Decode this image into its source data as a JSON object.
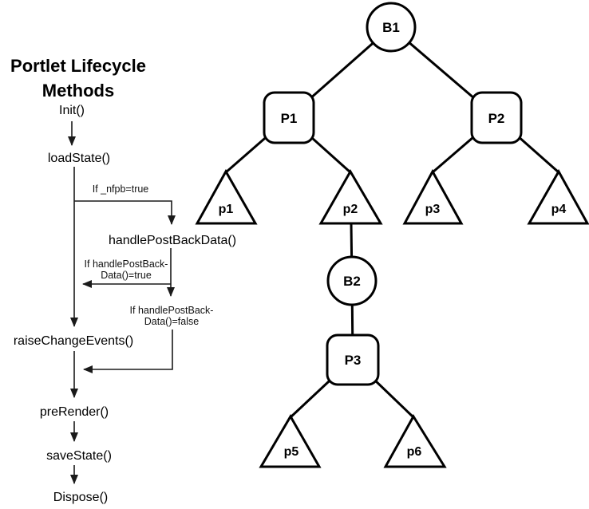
{
  "title": "Portlet Lifecycle\nMethods",
  "flowchart": {
    "steps": {
      "init": "Init()",
      "load_state": "loadState()",
      "handle_postback": "handlePostBackData()",
      "raise_change_events": "raiseChangeEvents()",
      "pre_render": "preRender()",
      "save_state": "saveState()",
      "dispose": "Dispose()"
    },
    "conditions": {
      "nfpb_true": "If _nfpb=true",
      "postback_true": "If handlePostBack-\nData()=true",
      "postback_false": "If handlePostBack-\nData()=false"
    }
  },
  "tree": {
    "nodes": [
      {
        "id": "B1",
        "label": "B1",
        "shape": "circle"
      },
      {
        "id": "P1",
        "label": "P1",
        "shape": "rounded-square"
      },
      {
        "id": "P2",
        "label": "P2",
        "shape": "rounded-square"
      },
      {
        "id": "p1",
        "label": "p1",
        "shape": "triangle"
      },
      {
        "id": "p2",
        "label": "p2",
        "shape": "triangle"
      },
      {
        "id": "p3",
        "label": "p3",
        "shape": "triangle"
      },
      {
        "id": "p4",
        "label": "p4",
        "shape": "triangle"
      },
      {
        "id": "B2",
        "label": "B2",
        "shape": "circle"
      },
      {
        "id": "P3",
        "label": "P3",
        "shape": "rounded-square"
      },
      {
        "id": "p5",
        "label": "p5",
        "shape": "triangle"
      },
      {
        "id": "p6",
        "label": "p6",
        "shape": "triangle"
      }
    ],
    "edges": [
      "B1-P1",
      "B1-P2",
      "P1-p1",
      "P1-p2",
      "P2-p3",
      "P2-p4",
      "p2-B2",
      "B2-P3",
      "P3-p5",
      "P3-p6"
    ]
  },
  "colors": {
    "ink": "#000000",
    "flow_line": "#1a1a1a",
    "background": "#ffffff"
  }
}
